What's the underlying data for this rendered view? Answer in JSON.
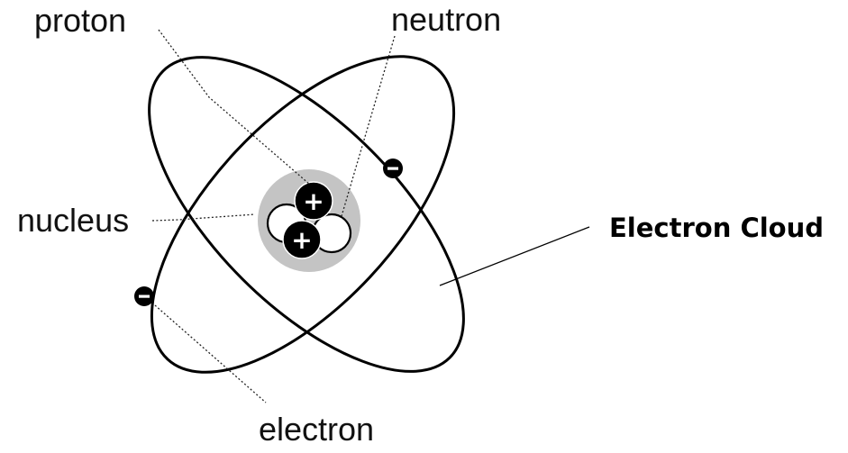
{
  "labels": {
    "proton": "proton",
    "neutron": "neutron",
    "nucleus": "nucleus",
    "electron": "electron",
    "electron_cloud": "Electron Cloud"
  },
  "symbols": {
    "proton_charge": "+",
    "electron_charge": "−"
  },
  "colors": {
    "nucleus_glow": "#c4c4c4",
    "proton_fill": "#000000",
    "neutron_fill": "#ffffff",
    "line": "#000000"
  },
  "particles": {
    "protons": 2,
    "neutrons": 2,
    "electrons": 2
  }
}
